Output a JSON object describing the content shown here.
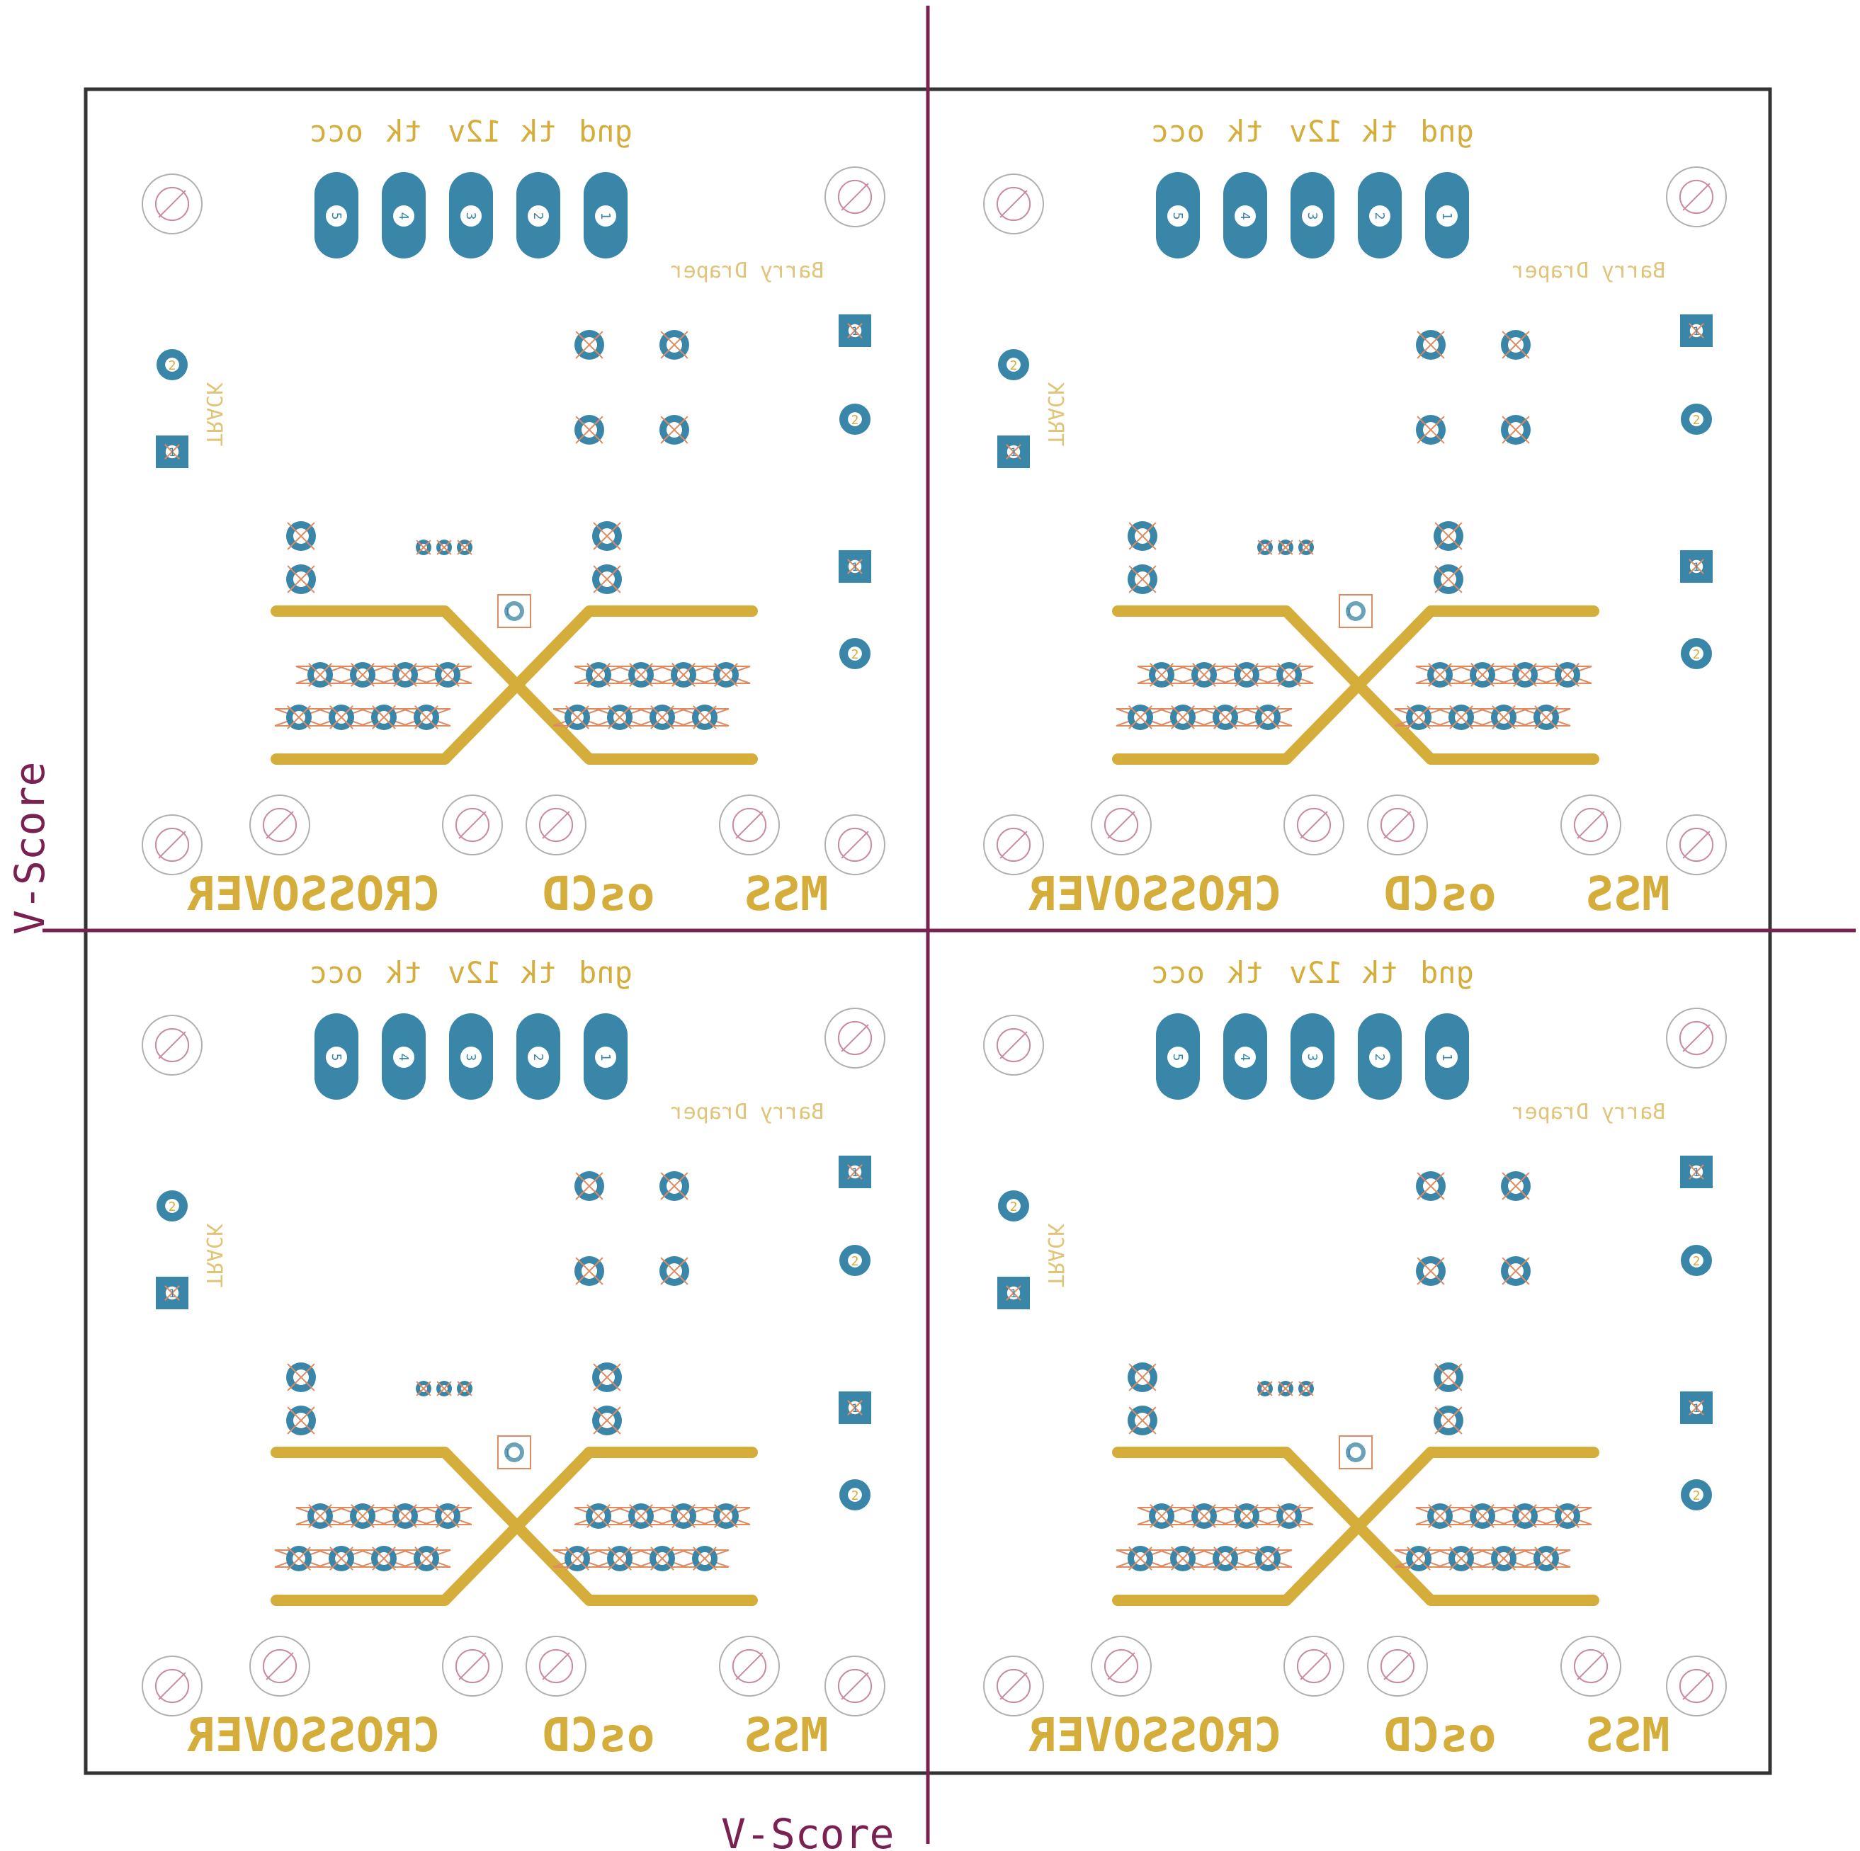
{
  "colors": {
    "background": "#ffffff",
    "outline": "#333333",
    "vscore": "#7a2152",
    "silk": "#d4ad3a",
    "silk_thin": "#e0c47a",
    "copper_pad": "#3a86a8",
    "drill_mark": "#e08a60",
    "mount_hole": "#c98aa4",
    "mount_hole_outer": "#b0b0b0"
  },
  "vscore": {
    "left_label": "V-Score",
    "bottom_label": "V-Score"
  },
  "panel": {
    "header_labels": [
      "gnd",
      "tk",
      "12v",
      "tk",
      "occ"
    ],
    "connector_pin_numbers": [
      "1",
      "2",
      "3",
      "4",
      "5"
    ],
    "author": "Barry Draper",
    "track_label": "TRACK",
    "track_pin_numbers": [
      "2",
      "1"
    ],
    "right_pin_numbers": [
      "1",
      "2",
      "1",
      "2"
    ],
    "title_parts": [
      "MSS",
      "osCD",
      "CROSSOVER"
    ],
    "transistor_mark": "1"
  }
}
